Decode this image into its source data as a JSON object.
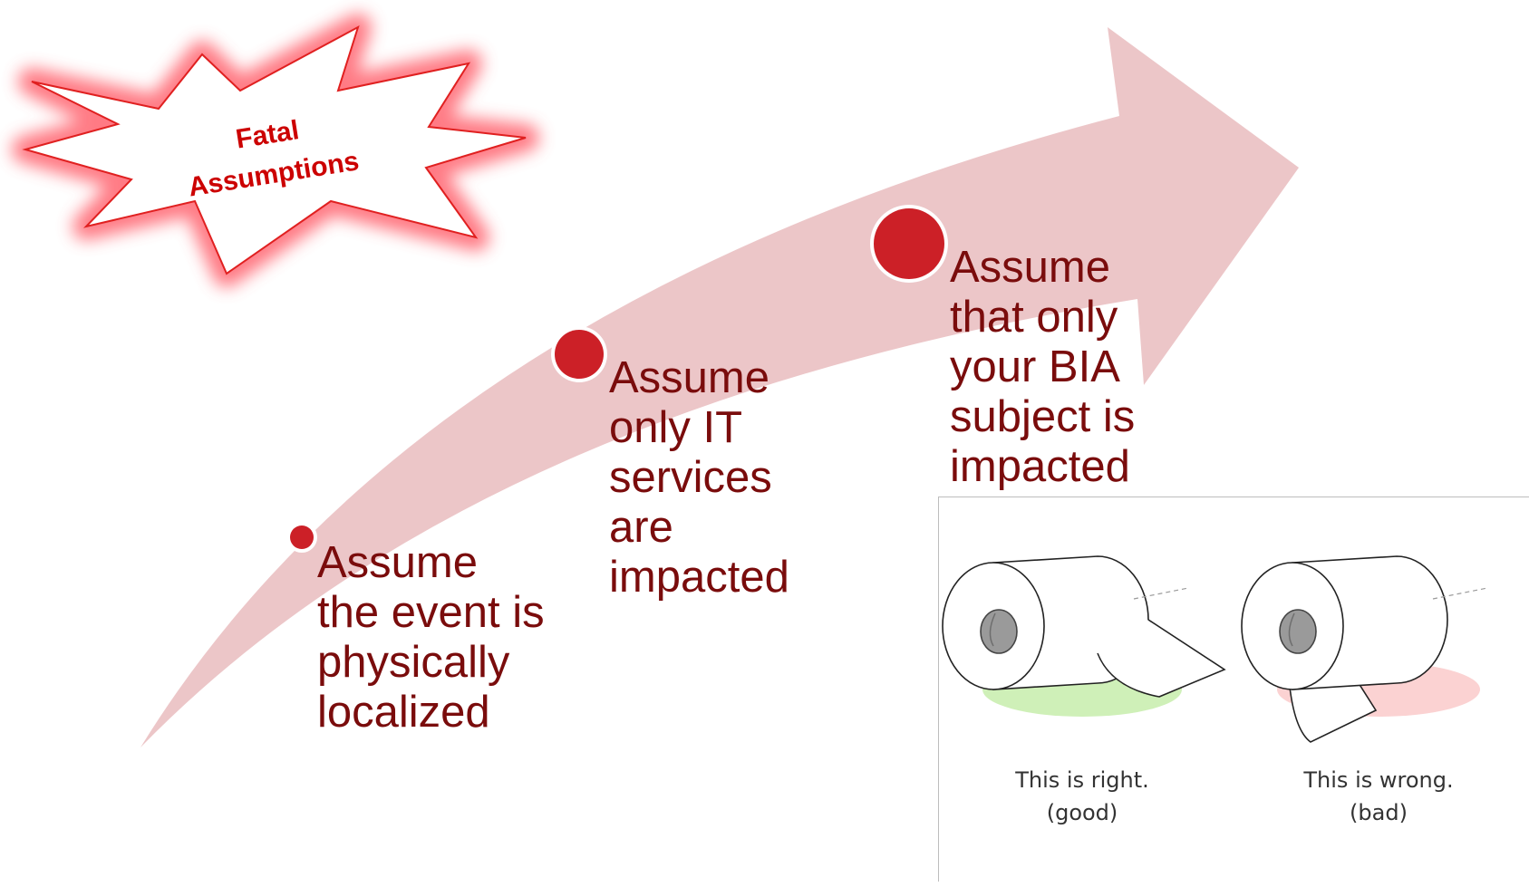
{
  "badge": {
    "line1": "Fatal",
    "line2": "Assumptions"
  },
  "steps": [
    {
      "text": "Assume\nthe event is\nphysically\nlocalized"
    },
    {
      "text": "Assume\nonly IT\nservices\nare\nimpacted"
    },
    {
      "text": "Assume\nthat only\nyour BIA\nsubject is\nimpacted"
    }
  ],
  "illustration": {
    "left_caption": "This is right.\n(good)",
    "right_caption": "This is wrong.\n(bad)"
  },
  "colors": {
    "arrow": "#ecc6c8",
    "dot": "#cc2027",
    "text": "#7a0c0c",
    "badge_glow": "#ff6f7a",
    "badge_text": "#cc0000",
    "good": "#cff0b8",
    "bad": "#fbd2d2"
  }
}
